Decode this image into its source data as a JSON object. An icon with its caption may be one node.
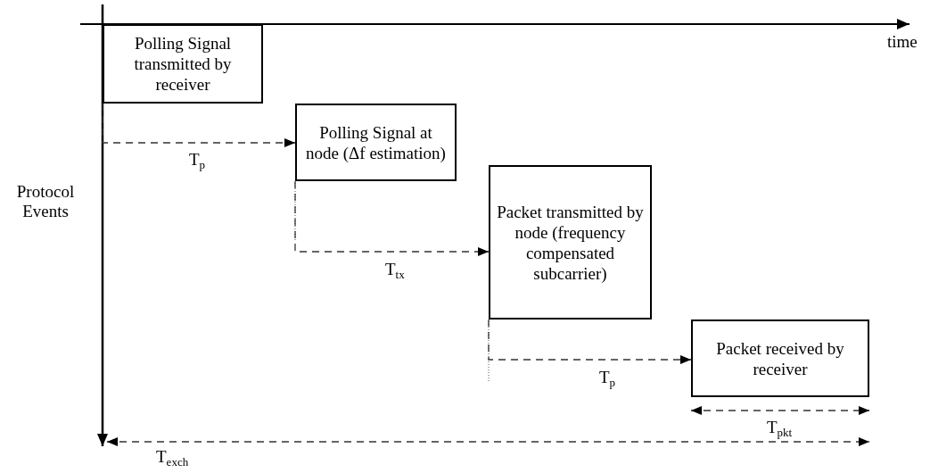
{
  "diagram": {
    "nodes": [
      {
        "text": [
          "Polling Signal transmitted by receiver"
        ]
      },
      {
        "text": [
          "Polling Signal at node (Δf estimation)"
        ]
      },
      {
        "text": [
          "Packet transmitted by node (frequency compensated subcarrier)"
        ]
      },
      {
        "text": [
          "Packet received by receiver"
        ]
      }
    ],
    "edges": [
      {
        "from": 0,
        "to": 1,
        "arrow": "to",
        "label": "T$_{p}$",
        "style": "dashed"
      },
      {
        "from": 1,
        "to": 2,
        "arrow": "to",
        "label": "T$_{tx}$",
        "style": "dashed"
      },
      {
        "from": 2,
        "to": 3,
        "arrow": "to",
        "label": "T$_{p}$",
        "style": "dashed"
      }
    ],
    "labels": [
      "time",
      "Protocol Events",
      "T$_{pkt}$",
      "T$_{exch}$"
    ]
  }
}
